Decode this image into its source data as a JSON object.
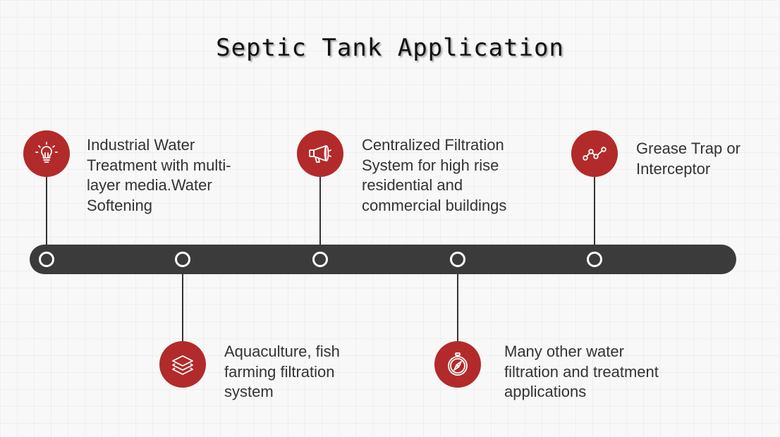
{
  "title": "Septic Tank Application",
  "colors": {
    "accent": "#b32a2a",
    "track": "#3b3b3b",
    "text": "#333333"
  },
  "milestones": [
    {
      "label": "Industrial Water\nTreatment with multi-\nlayer media.Water\nSoftening",
      "icon": "lightbulb-icon",
      "position": "above"
    },
    {
      "label": "Aquaculture, fish\nfarming filtration\nsystem",
      "icon": "layers-icon",
      "position": "below"
    },
    {
      "label": "Centralized Filtration\nSystem for high rise\nresidential and\ncommercial buildings",
      "icon": "megaphone-icon",
      "position": "above"
    },
    {
      "label": "Many other water\nfiltration and treatment\napplications",
      "icon": "compass-icon",
      "position": "below"
    },
    {
      "label": "Grease Trap or\nInterceptor",
      "icon": "trend-line-icon",
      "position": "above"
    }
  ]
}
